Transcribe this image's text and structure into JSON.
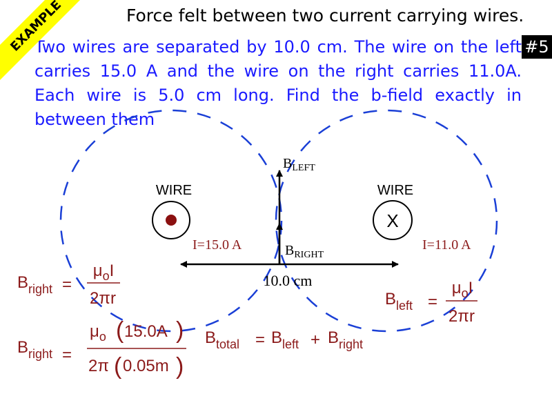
{
  "ribbon_label": "EXAMPLE",
  "title": "Force felt between two current carrying wires.",
  "badge": "#5",
  "problem_text": "Two wires are separated by 10.0 cm. The wire on the left carries 15.0 A and the wire on the right carries 11.0A. Each wire is 5.0 cm long. Find the b-field exactly in between them",
  "diagram": {
    "wire_left": {
      "label": "WIRE",
      "current": "I=15.0 A"
    },
    "wire_right": {
      "label": "WIRE",
      "current": "I=11.0 A",
      "symbol": "X"
    },
    "b_left": {
      "main": "B",
      "sub": "LEFT"
    },
    "b_right": {
      "main": "B",
      "sub": "RIGHT"
    },
    "distance": "10.0 cm"
  },
  "equations": {
    "b_right_general": {
      "lhs_main": "B",
      "lhs_sub": "right",
      "mu": "μ",
      "mu_sub": "o",
      "current": "I",
      "denominator": "2πr"
    },
    "b_right_numeric": {
      "lhs_main": "B",
      "lhs_sub": "right",
      "mu": "μ",
      "mu_sub": "o",
      "current": "15.0A",
      "denom_prefix": "2π",
      "radius": "0.05m"
    },
    "b_left_general": {
      "lhs_main": "B",
      "lhs_sub": "left",
      "mu": "μ",
      "mu_sub": "o",
      "current": "I",
      "denominator": "2πr"
    },
    "b_total": {
      "lhs_main": "B",
      "lhs_sub": "total",
      "t1_main": "B",
      "t1_sub": "left",
      "t2_main": "B",
      "t2_sub": "right"
    }
  },
  "colors": {
    "title": "#000000",
    "problem": "#1a1aff",
    "dashed": "#1a3fd6",
    "equation": "#8b1a1a",
    "dot": "#8b1010",
    "ribbon": "#ffff00"
  }
}
